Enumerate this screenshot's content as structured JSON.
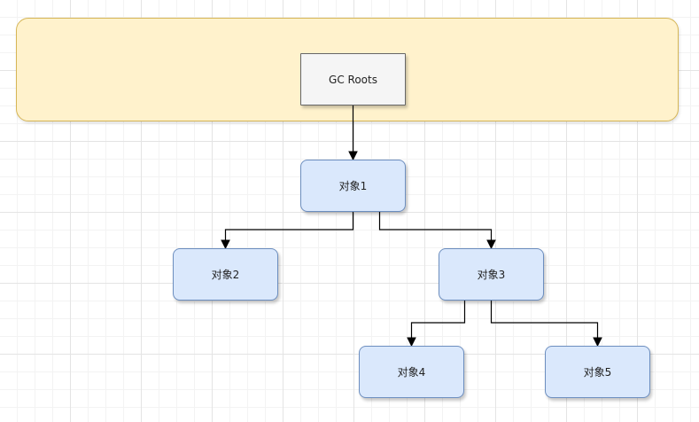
{
  "nodes": {
    "gc_roots": "GC Roots",
    "obj1": "对象1",
    "obj2": "对象2",
    "obj3": "对象3",
    "obj4": "对象4",
    "obj5": "对象5"
  },
  "edges": [
    {
      "from": "gc_roots",
      "to": "obj1"
    },
    {
      "from": "obj1",
      "to": "obj2"
    },
    {
      "from": "obj1",
      "to": "obj3"
    },
    {
      "from": "obj3",
      "to": "obj4"
    },
    {
      "from": "obj3",
      "to": "obj5"
    }
  ],
  "colors": {
    "band_fill": "#fff2cc",
    "band_stroke": "#d6b656",
    "roots_fill": "#f5f5f5",
    "roots_stroke": "#666666",
    "object_fill": "#dae8fc",
    "object_stroke": "#6c8ebf",
    "edge": "#000000"
  }
}
